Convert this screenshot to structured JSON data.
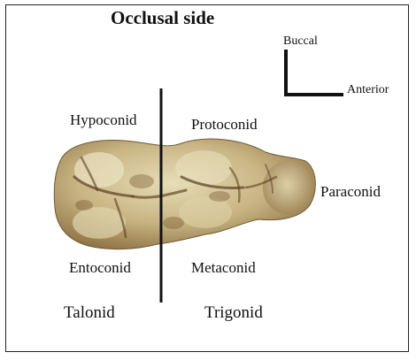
{
  "title": "Occlusal side",
  "orientation": {
    "vertical_label": "Buccal",
    "horizontal_label": "Anterior"
  },
  "cusps": {
    "hypoconid": "Hypoconid",
    "protoconid": "Protoconid",
    "paraconid": "Paraconid",
    "entoconid": "Entoconid",
    "metaconid": "Metaconid"
  },
  "regions": {
    "talonid": "Talonid",
    "trigonid": "Trigonid"
  },
  "colors": {
    "line": "#111111",
    "enamel_light": "#d8d0a8",
    "enamel_mid": "#b8a070",
    "stain": "#6b4a22"
  }
}
